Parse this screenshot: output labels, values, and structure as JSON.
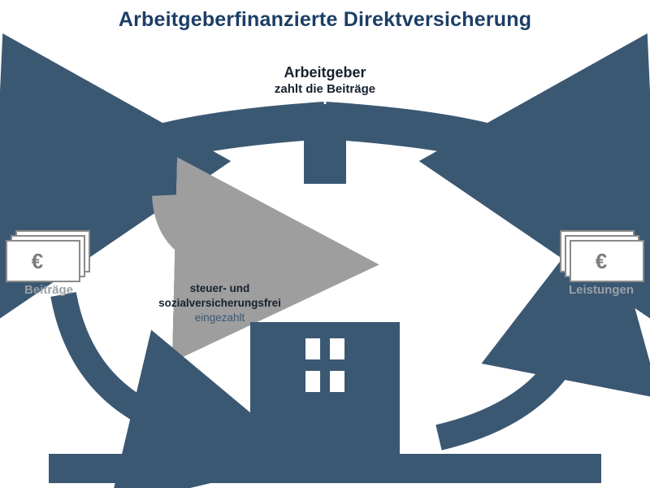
{
  "title": "Arbeitgeberfinanzierte Direktversicherung",
  "employer": {
    "line1": "Arbeitgeber",
    "line2": "zahlt die Beiträge"
  },
  "left_money": {
    "currency": "€",
    "label": "Beiträge"
  },
  "right_money": {
    "currency": "€",
    "label": "Leistungen"
  },
  "flow_note": {
    "line1": "steuer- und",
    "line2": "sozialversicherungsfrei",
    "line3": "eingezahlt"
  },
  "colors": {
    "navy": "#3b5873",
    "gray_arrow": "#9e9e9e",
    "title_navy": "#1c3e66",
    "money_outline": "#8a8a8a"
  }
}
